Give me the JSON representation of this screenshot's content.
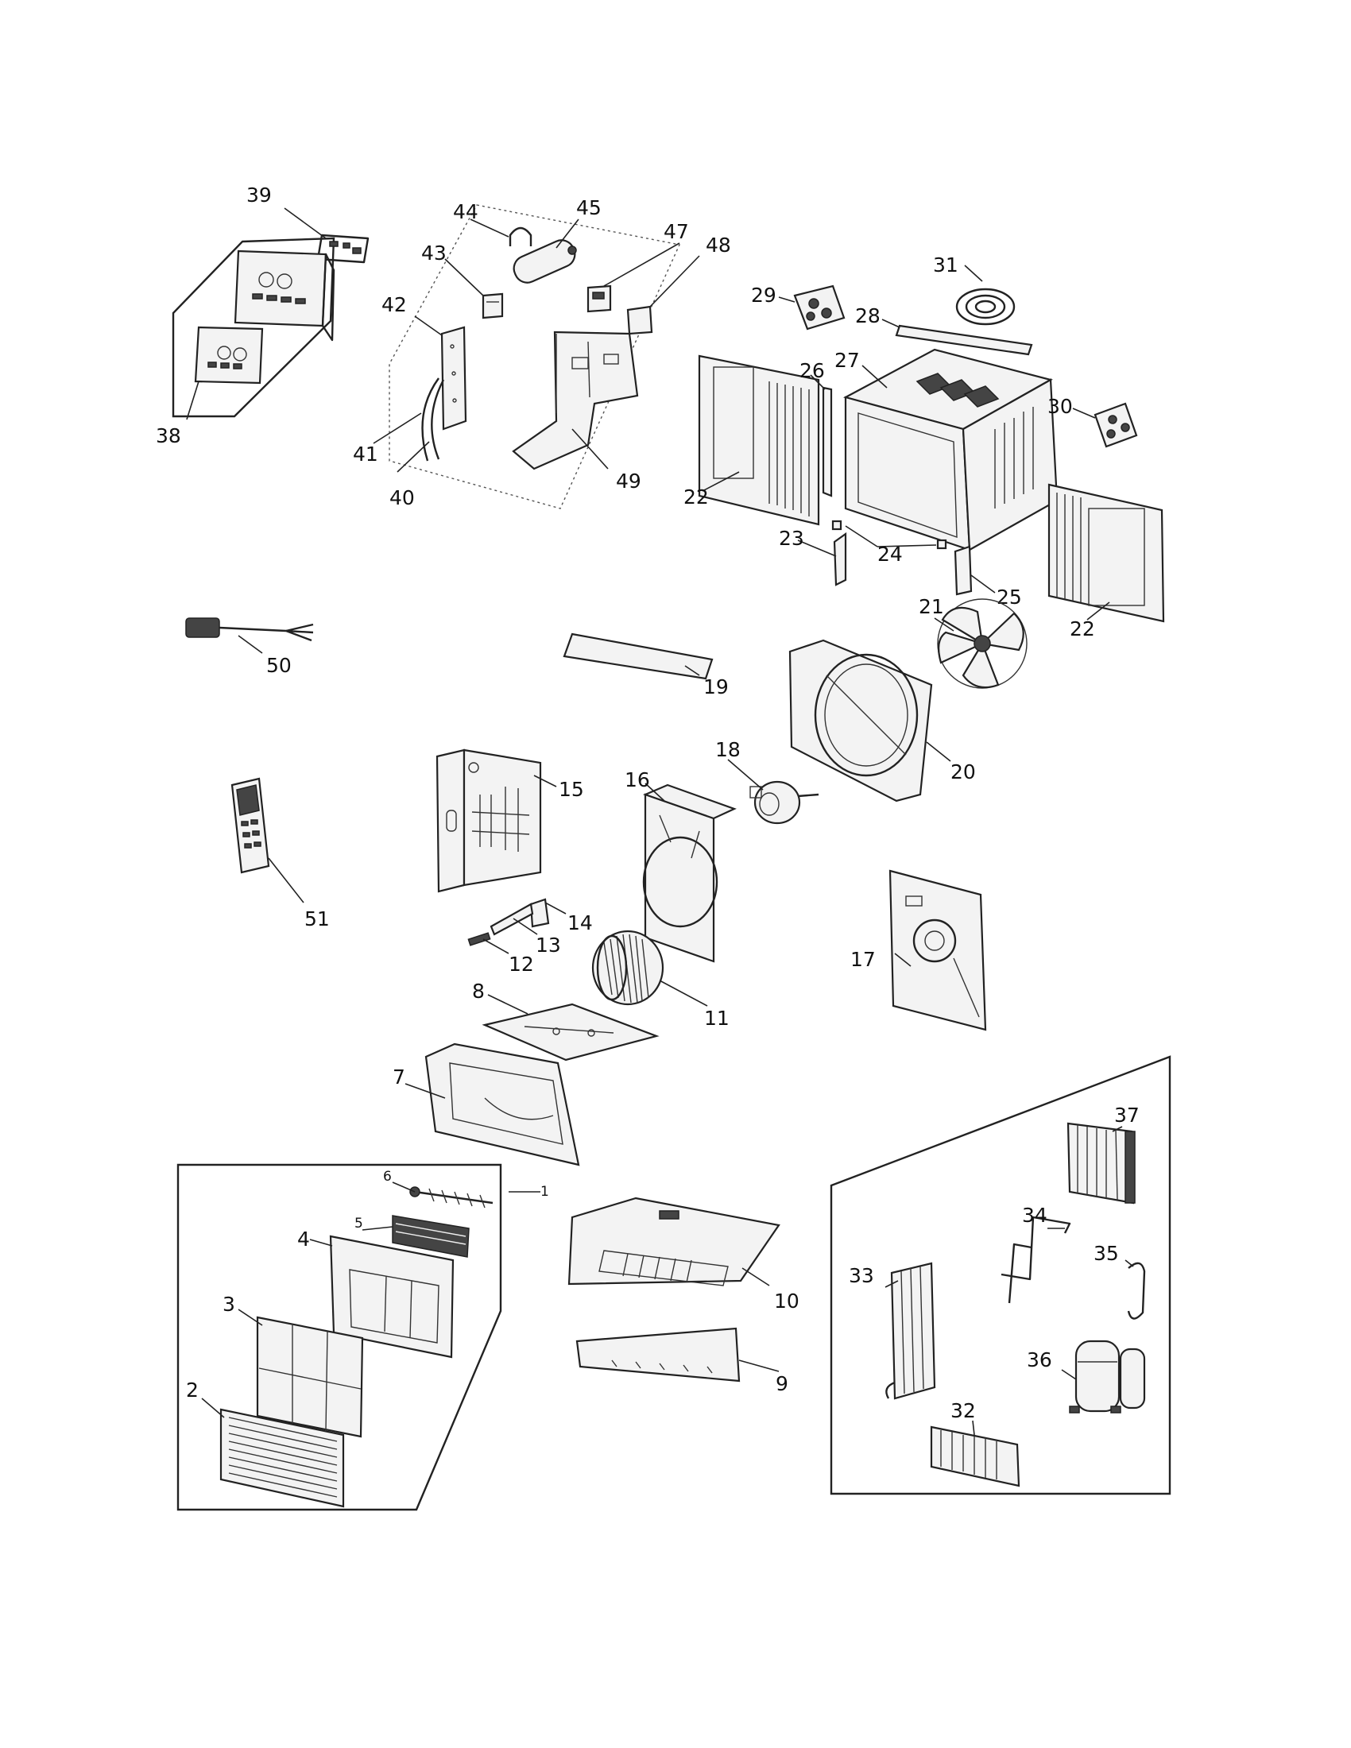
{
  "callouts": {
    "c1": "1",
    "c2": "2",
    "c3": "3",
    "c4": "4",
    "c5": "5",
    "c6": "6",
    "c7": "7",
    "c8": "8",
    "c9": "9",
    "c10": "10",
    "c11": "11",
    "c12": "12",
    "c13": "13",
    "c14": "14",
    "c15": "15",
    "c16": "16",
    "c17": "17",
    "c18": "18",
    "c19": "19",
    "c20": "20",
    "c21": "21",
    "c22a": "22",
    "c22b": "22",
    "c23": "23",
    "c24": "24",
    "c25": "25",
    "c26": "26",
    "c27": "27",
    "c28": "28",
    "c29": "29",
    "c30": "30",
    "c31": "31",
    "c32": "32",
    "c33": "33",
    "c34": "34",
    "c35": "35",
    "c36": "36",
    "c37": "37",
    "c38": "38",
    "c39": "39",
    "c40": "40",
    "c41": "41",
    "c42": "42",
    "c43": "43",
    "c44": "44",
    "c45": "45",
    "c47": "47",
    "c48": "48",
    "c49": "49",
    "c50": "50",
    "c51": "51"
  }
}
